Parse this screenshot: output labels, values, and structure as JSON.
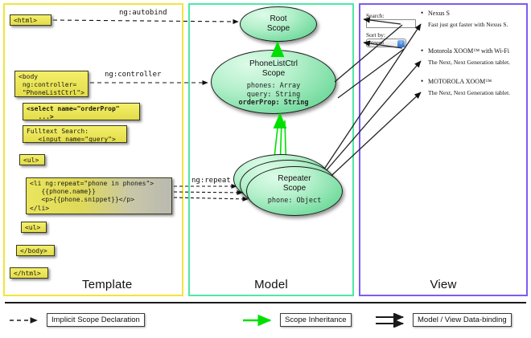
{
  "columns": [
    {
      "key": "template",
      "label": "Template",
      "border_color": "#f2e53a"
    },
    {
      "key": "model",
      "label": "Model",
      "border_color": "#4ee8a4"
    },
    {
      "key": "view",
      "label": "View",
      "border_color": "#7b5cf0"
    }
  ],
  "template": {
    "boxes": [
      {
        "id": "html-open",
        "text": "<html>"
      },
      {
        "id": "body-open",
        "text": "<body\n ng:controller=\n \"PhoneListCtrl\">"
      },
      {
        "id": "select",
        "text": "<select name=\"orderProp\"\n   ...>"
      },
      {
        "id": "fulltext",
        "text": "Fulltext Search:\n   <input name=\"query\">"
      },
      {
        "id": "ul-open",
        "text": "<ul>"
      },
      {
        "id": "li-repeat",
        "text": "<li ng:repeat=\"phone in phones\">\n   {{phone.name}}\n   <p>{{phone.snippet}}</p>\n</li>"
      },
      {
        "id": "ul-close",
        "text": "<ul>"
      },
      {
        "id": "body-close",
        "text": "</body>"
      },
      {
        "id": "html-close",
        "text": "</html>"
      }
    ]
  },
  "model": {
    "scopes": [
      {
        "id": "root-scope",
        "title": "Root\nScope",
        "props": ""
      },
      {
        "id": "phonelist-scope",
        "title": "PhoneListCtrl\nScope",
        "props_plain": "phones: Array\nquery: String",
        "props_bold": "orderProp: String"
      },
      {
        "id": "repeater-scope",
        "title": "Repeater\nScope",
        "props": "phone: Object"
      }
    ]
  },
  "view": {
    "search_label": "Search:",
    "search_value": "",
    "sort_label": "Sort by:",
    "sort_selected": "Newest",
    "sort_arrow_icon": "chevron-updown-icon",
    "phones": [
      {
        "name": "Nexus S",
        "snippet": "Fast just got faster with Nexus S."
      },
      {
        "name": "Motorola XOOM™ with Wi-Fi",
        "snippet": "The Next, Next Generation tablet."
      },
      {
        "name": "MOTOROLA XOOM™",
        "snippet": "The Next, Next Generation tablet."
      }
    ]
  },
  "edge_labels": {
    "autobind": "ng:autobind",
    "controller": "ng:controller",
    "repeat": "ng:repeat"
  },
  "legend": {
    "items": [
      {
        "id": "implicit-scope-declaration",
        "label": "Implicit Scope Declaration",
        "marker": "dashed-arrow",
        "color": "#1a1a1a"
      },
      {
        "id": "scope-inheritance",
        "label": "Scope Inheritance",
        "marker": "green-arrow",
        "color": "#00e000"
      },
      {
        "id": "model-view-data-binding",
        "label": "Model / View Data-binding",
        "marker": "double-arrow",
        "color": "#1a1a1a"
      }
    ]
  },
  "colors": {
    "code_box_fill": "#eae55c",
    "scope_fill": "#79dda2",
    "inheritance_arrow": "#00e000"
  }
}
